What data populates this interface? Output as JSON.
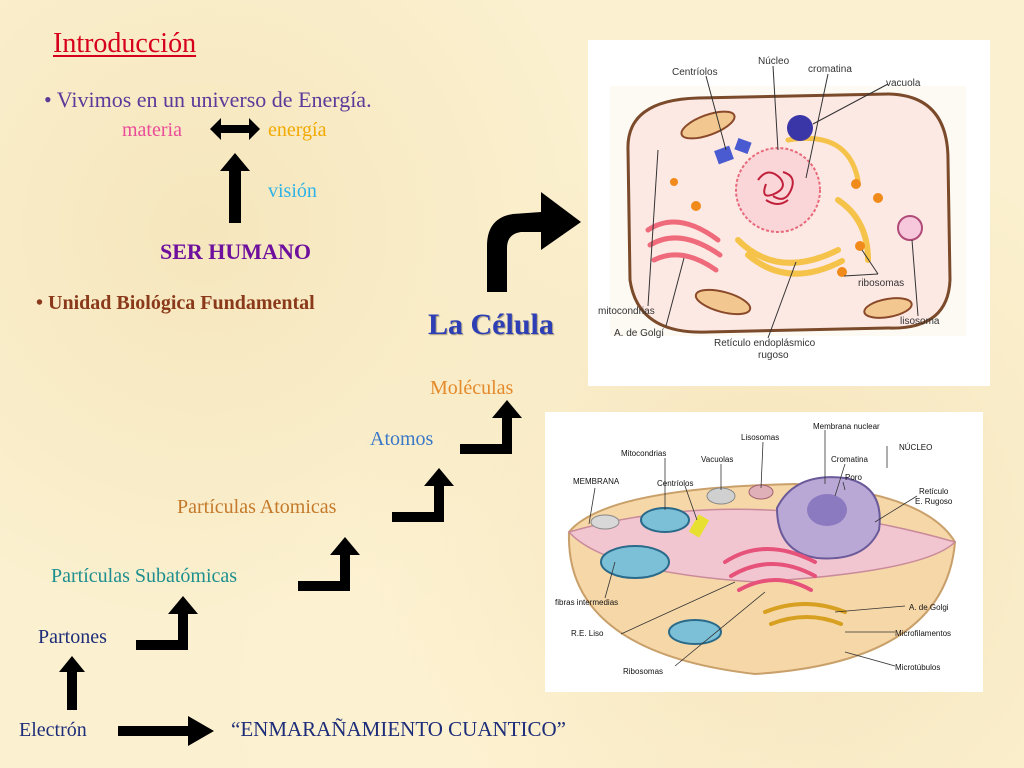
{
  "slide": {
    "title": "Introducción",
    "bullet1": "• Vivimos en un universo de Energía.",
    "materia": "materia",
    "energia": "energía",
    "vision": "visión",
    "ser_humano": "SER HUMANO",
    "bullet2": "• Unidad Biológica Fundamental",
    "la_celula": "La Célula",
    "ladder": {
      "moleculas": "Moléculas",
      "atomos": "Atomos",
      "particulas_atomicas": "Partículas Atomicas",
      "particulas_subatomicas": "Partículas Subatómicas",
      "partones": "Partones",
      "electron": "Electrón",
      "entanglement": "“ENMARAÑAMIENTO CUANTICO”"
    }
  },
  "figure1": {
    "labels": {
      "centriolos": "Centríolos",
      "nucleo": "Núcleo",
      "cromatina": "cromatina",
      "vacuola": "vacuola",
      "ribosomas": "ribosomas",
      "mitocondrias": "mitocondrias",
      "golgi": "A. de Golgí",
      "reticulo": "Retículo endoplásmico",
      "rugoso": "rugoso",
      "lisosoma": "lisosoma"
    }
  },
  "figure2": {
    "labels": {
      "membrana_nuclear": "Membrana nuclear",
      "lisosomas": "Lisosomas",
      "mitocondrias": "Mitocondrias",
      "nucleo": "NÚCLEO",
      "vacuolas": "Vacuolas",
      "cromatina": "Cromatina",
      "membrana": "MEMBRANA",
      "centriolos": "Centríolos",
      "poro": "Poro",
      "reticulo": "Retículo",
      "e_rugoso": "E. Rugoso",
      "fibras": "fibras intermedias",
      "golgi": "A. de Golgi",
      "re_liso": "R.E. Liso",
      "microfilamentos": "Microfilamentos",
      "ribosomas": "Ribosomas",
      "microtubulos": "Microtúbulos"
    }
  }
}
